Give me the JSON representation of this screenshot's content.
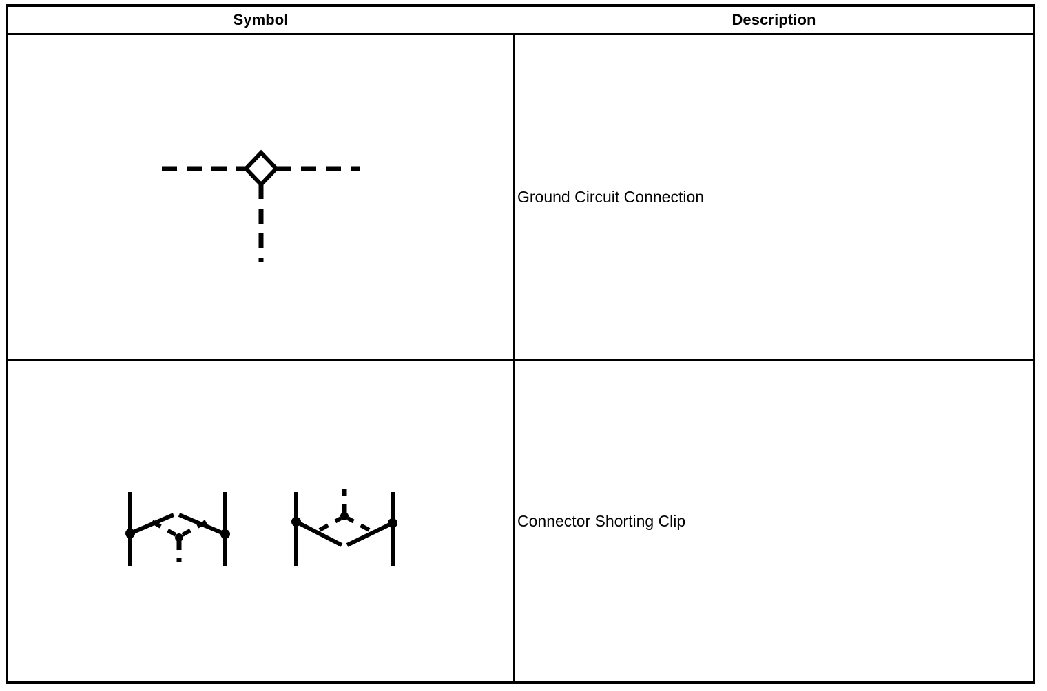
{
  "table": {
    "headers": [
      {
        "label": "Symbol"
      },
      {
        "label": "Description"
      }
    ],
    "rows": [
      {
        "symbol_name": "ground-circuit-connection-symbol",
        "description": "Ground Circuit Connection",
        "symbol_parts": [
          "dashed-horizontal-line",
          "diamond-outline",
          "dashed-vertical-line"
        ]
      },
      {
        "symbol_name": "connector-shorting-clip-symbol",
        "description": "Connector Shorting Clip",
        "symbol_parts": [
          "left-clip-terminal-bars",
          "left-clip-solid-diagonals",
          "left-clip-dashed-diagonals",
          "left-clip-dashed-stem-down",
          "right-clip-terminal-bars",
          "right-clip-solid-diagonals",
          "right-clip-dashed-diagonals",
          "right-clip-dashed-stem-up"
        ]
      }
    ]
  },
  "style": {
    "line_color": "#000000",
    "background_color": "#ffffff",
    "border_color": "#000000"
  }
}
